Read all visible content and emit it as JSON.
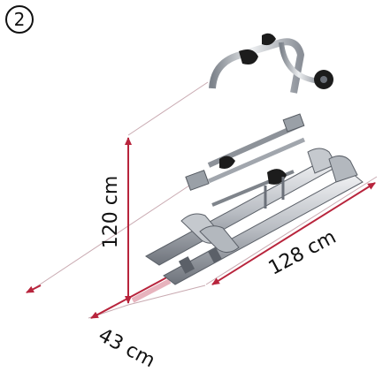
{
  "step": {
    "number": "2"
  },
  "dimensions": {
    "height": "120 cm",
    "length": "128 cm",
    "depth": "43 cm"
  },
  "colors": {
    "dimension_line": "#b8243c",
    "dimension_text": "#111111",
    "frame_light": "#d9dce0",
    "frame_mid": "#a4a9b0",
    "frame_dark": "#5b6068",
    "clamp": "#1c1c1c"
  }
}
